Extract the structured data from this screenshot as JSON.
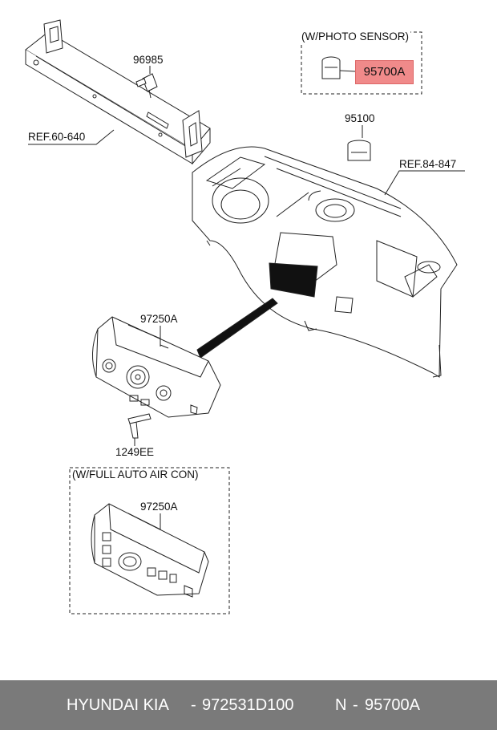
{
  "parts": {
    "bracket_part": "96985",
    "bracket_ref": "REF.60-640",
    "photo_sensor_box": "(W/PHOTO SENSOR)",
    "photo_sensor_part": "95700A",
    "sensor_part": "95100",
    "crash_pad_ref": "REF.84-847",
    "control_part": "97250A",
    "screw_part": "1249EE",
    "auto_aircon_box": "(W/FULL AUTO AIR CON)",
    "auto_control_part": "97250A"
  },
  "footer": {
    "brand": "HYUNDAI  KIA",
    "sep1": "-",
    "part_number": "972531D100",
    "n_label": "N",
    "sep2": "-",
    "n_value": "95700A"
  },
  "colors": {
    "highlight": "#f08a8a",
    "footer_bg": "#7a7a7a",
    "footer_text": "#ffffff"
  }
}
